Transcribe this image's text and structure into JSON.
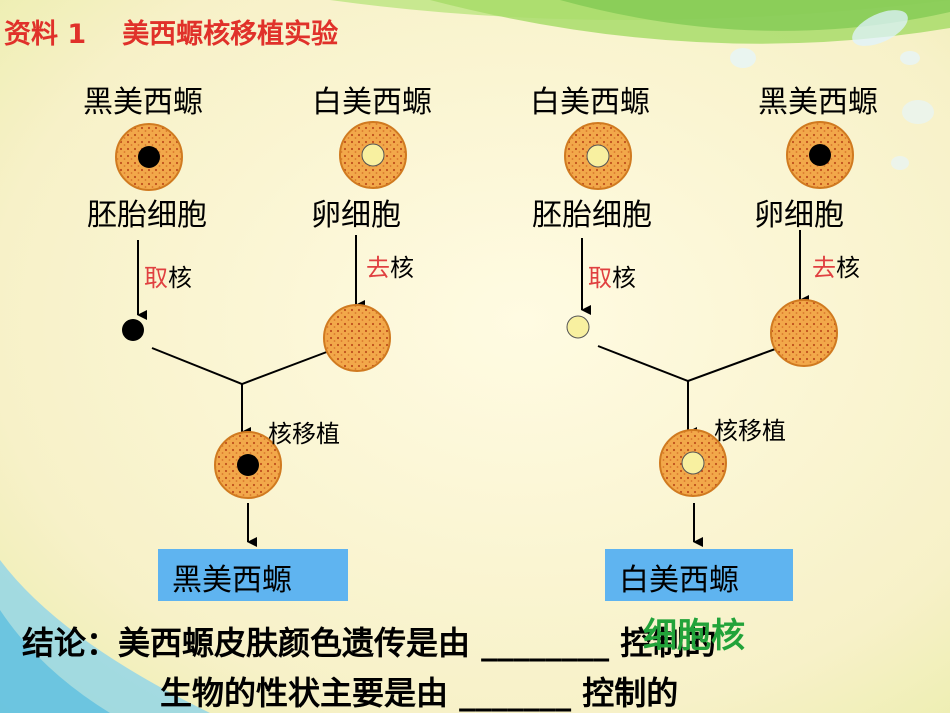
{
  "title": {
    "label": "资料 1",
    "text": "美西螈核移植实验"
  },
  "top_labels": [
    "黑美西螈",
    "白美西螈",
    "白美西螈",
    "黑美西螈"
  ],
  "cell_labels": [
    "胚胎细胞",
    "卵细胞",
    "胚胎细胞",
    "卵细胞"
  ],
  "actions": [
    {
      "em": "取",
      "rest": "核"
    },
    {
      "em": "去",
      "rest": "核"
    },
    {
      "em": "取",
      "rest": "核"
    },
    {
      "em": "去",
      "rest": "核"
    }
  ],
  "transplant_label": "核移植",
  "results": [
    "黑美西螈",
    "白美西螈"
  ],
  "conclusion": {
    "line1_prefix": "结论：美西螈皮肤颜色遗传是由",
    "blank1": "________",
    "answer1": "细胞核",
    "line1_suffix": "控制的",
    "line2_prefix": "生物的性状主要是由",
    "blank2": "_______",
    "line2_suffix": "控制的"
  },
  "colors": {
    "title": "#e0312a",
    "cytoplasm": "#f0a040",
    "nucleus_black": "#000000",
    "nucleus_white": "#f8f0a0",
    "result_box": "#5fb4f0",
    "answer": "#22a33a",
    "background": "#fdf8d6"
  }
}
